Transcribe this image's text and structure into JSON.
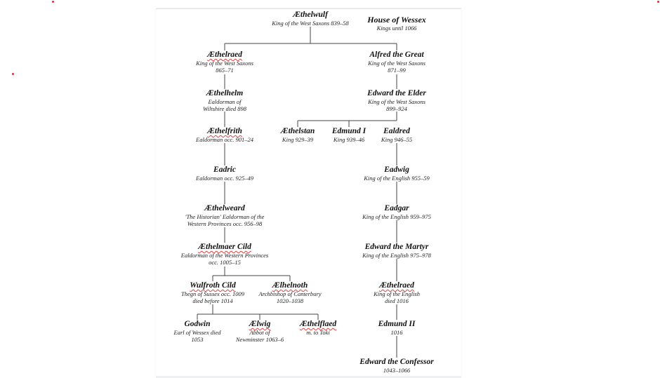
{
  "title": {
    "name": "House of Wessex",
    "sub": "Kings until 1066"
  },
  "nodes": {
    "aethelwulf": {
      "name": "Æthelwulf",
      "sub": [
        "King of the West Saxons 839–58"
      ]
    },
    "aethelraed1": {
      "name": "Æthelraed",
      "sub": [
        "King of the West Saxons",
        "865–71"
      ]
    },
    "alfred": {
      "name": "Alfred the Great",
      "sub": [
        "King of the West Saxons",
        "871–99"
      ]
    },
    "aethelhelm": {
      "name": "Æthelhelm",
      "sub": [
        "Ealdorman of",
        "Wiltshire died 898"
      ]
    },
    "edward_elder": {
      "name": "Edward the Elder",
      "sub": [
        "King of the West Saxons",
        "899–924"
      ]
    },
    "aethelfrith": {
      "name": "Æthelfrith",
      "sub": [
        "Ealdorman occ. 901–24"
      ]
    },
    "aethelstan": {
      "name": "Æthelstan",
      "sub": [
        "King 929–39"
      ]
    },
    "edmund1": {
      "name": "Edmund I",
      "sub": [
        "King 939–46"
      ]
    },
    "ealdred": {
      "name": "Ealdred",
      "sub": [
        "King 946–55"
      ]
    },
    "eadric": {
      "name": "Eadric",
      "sub": [
        "Ealdorman occ. 925–49"
      ]
    },
    "eadwig": {
      "name": "Eadwig",
      "sub": [
        "King of the English 955–59"
      ]
    },
    "aethelweard": {
      "name": "Æthelweard",
      "sub": [
        "'The Historian' Ealdorman of the",
        "Western Provinces occ. 956–98"
      ]
    },
    "eadgar": {
      "name": "Eadgar",
      "sub": [
        "King of the English 959–975"
      ]
    },
    "aethelmaer": {
      "name": "Æthelmaer Cild",
      "sub": [
        "Ealdorman of the Western Provinces",
        "occ. 1005–15"
      ]
    },
    "edward_martyr": {
      "name": "Edward the Martyr",
      "sub": [
        "King of the English 975–978"
      ]
    },
    "wulfroth": {
      "name": "Wulfroth  Cild",
      "sub": [
        "Thegn of Sussex occ. 1009",
        "died before 1014"
      ]
    },
    "aelhelnoth": {
      "name": "Ælhelnoth",
      "sub": [
        "Archbishop of Canterbury",
        "1020–1038"
      ]
    },
    "aethelraed2": {
      "name": "Æthelraed",
      "sub": [
        "King of the English",
        "died 1016"
      ]
    },
    "godwin": {
      "name": "Godwin",
      "sub": [
        "Earl of Wessex died",
        "1053"
      ]
    },
    "aelwig": {
      "name": "Ælwig",
      "sub": [
        "Abbot of",
        "Newminster 1063–6"
      ]
    },
    "aethelflaed": {
      "name": "Æthelflaed",
      "sub": [
        "m. to Toki"
      ]
    },
    "edmund2": {
      "name": "Edmund II",
      "sub": [
        "1016"
      ]
    },
    "edward_confessor": {
      "name": "Edward the Confessor",
      "sub": [
        "1043–1066"
      ]
    }
  },
  "colors": {
    "lines": "#444444",
    "spellcheck": "#e04040"
  }
}
